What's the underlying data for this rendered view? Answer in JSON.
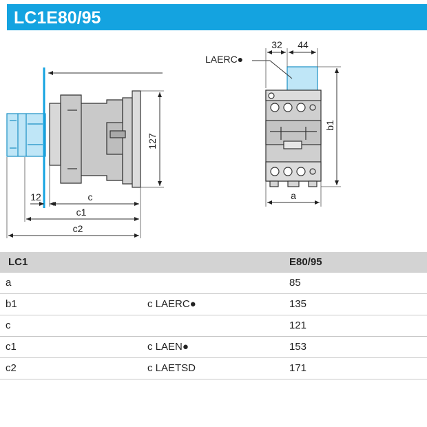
{
  "title": "LC1E80/95",
  "diagram": {
    "side_view": {
      "dim_127": "127",
      "dim_12": "12",
      "dim_c": "c",
      "dim_c1": "c1",
      "dim_c2": "c2"
    },
    "front_view": {
      "label_accessory": "LAERC●",
      "dim_32": "32",
      "dim_44": "44",
      "dim_b1": "b1",
      "dim_a": "a"
    }
  },
  "table": {
    "header": {
      "col1": "LC1",
      "col3": "E80/95"
    },
    "rows": [
      {
        "name": "a",
        "note": "",
        "value": "85"
      },
      {
        "name": "b1",
        "note": "c LAERC●",
        "value": "135"
      },
      {
        "name": "c",
        "note": "",
        "value": "121"
      },
      {
        "name": "c1",
        "note": "c LAEN●",
        "value": "153"
      },
      {
        "name": "c2",
        "note": "c LAETSD",
        "value": "171"
      }
    ]
  }
}
